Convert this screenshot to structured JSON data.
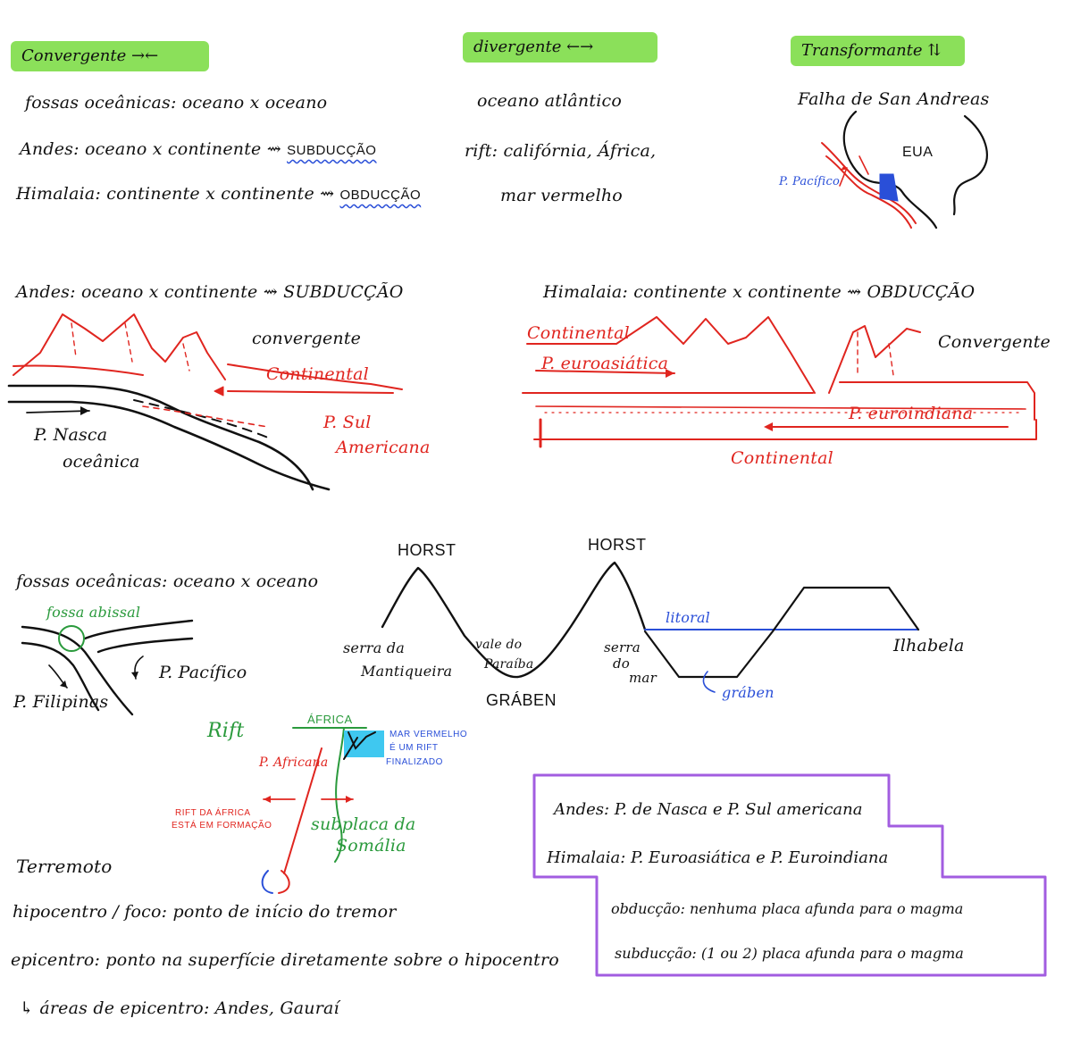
{
  "headers": {
    "convergente": "Convergente →←",
    "divergente": "divergente ←→",
    "transformante": "Transformante ⇅"
  },
  "convergente_notes": {
    "line1": "fossas oceânicas: oceano x oceano",
    "line2_prefix": "Andes: oceano x continente ⇝ ",
    "line2_term": "SUBDUCÇÃO",
    "line3_prefix": "Himalaia: continente x continente ⇝ ",
    "line3_term": "OBDUCÇÃO"
  },
  "divergente_notes": {
    "line1": "oceano atlântico",
    "line2": "rift: califórnia, África,",
    "line3": "mar vermelho"
  },
  "transformante_notes": {
    "line1": "Falha de San Andreas",
    "eua": "EUA",
    "placa": "P. Pacífico"
  },
  "andes_diagram": {
    "title": "Andes: oceano x continente ⇝ SUBDUCÇÃO",
    "convergente": "convergente",
    "continental": "Continental",
    "placa_sul_1": "P. Sul",
    "placa_sul_2": "Americana",
    "placa_nasca": "P. Nasca",
    "oceanica": "oceânica"
  },
  "himalaia_diagram": {
    "title": "Himalaia: continente x continente ⇝ OBDUCÇÃO",
    "continental_top": "Continental",
    "euroasiatica": "P. euroasiática",
    "convergente": "Convergente",
    "euroindiana": "P. euroindiana",
    "continental_bottom": "Continental"
  },
  "fossas_diagram": {
    "title": "fossas oceânicas: oceano x oceano",
    "fossa": "fossa abissal",
    "pacifico": "P. Pacífico",
    "filipinas": "P. Filipinas"
  },
  "relevo_diagram": {
    "horst1": "HORST",
    "horst2": "HORST",
    "serra_manti_1": "serra da",
    "serra_manti_2": "Mantiqueira",
    "vale_1": "vale do",
    "vale_2": "Paraíba",
    "graben": "GRÁBEN",
    "serra_mar_1": "serra",
    "serra_mar_2": "do",
    "serra_mar_3": "mar",
    "litoral": "litoral",
    "graben_small": "gráben",
    "ilhabela": "Ilhabela"
  },
  "rift_diagram": {
    "rift": "Rift",
    "africa": "ÁFRICA",
    "mar_vermelho_1": "MAR VERMELHO",
    "mar_vermelho_2": "É UM RIFT",
    "mar_vermelho_3": "FINALIZADO",
    "placa_africana": "P. Africana",
    "rift_formacao_1": "RIFT DA ÁFRICA",
    "rift_formacao_2": "ESTÁ EM FORMAÇÃO",
    "subplaca_1": "subplaca da",
    "subplaca_2": "Somália"
  },
  "terremoto": {
    "title": "Terremoto",
    "line1": "hipocentro / foco: ponto de início do tremor",
    "line2": "epicentro: ponto na superfície diretamente sobre o hipocentro",
    "line3": "↳ áreas de epicentro: Andes, Gauraí"
  },
  "summary": {
    "line1": "Andes: P. de Nasca e P. Sul americana",
    "line2": "Himalaia: P. Euroasiática e P. Euroindiana",
    "line3": "obducção: nenhuma placa afunda para o magma",
    "line4": "subducção: (1 ou 2) placa afunda para o magma"
  },
  "colors": {
    "highlight": "#8be05a",
    "red": "#e0251f",
    "blue": "#2a4fd8",
    "green": "#2a9a3c",
    "purple": "#a25de0",
    "cyan": "#3fc8f0"
  }
}
